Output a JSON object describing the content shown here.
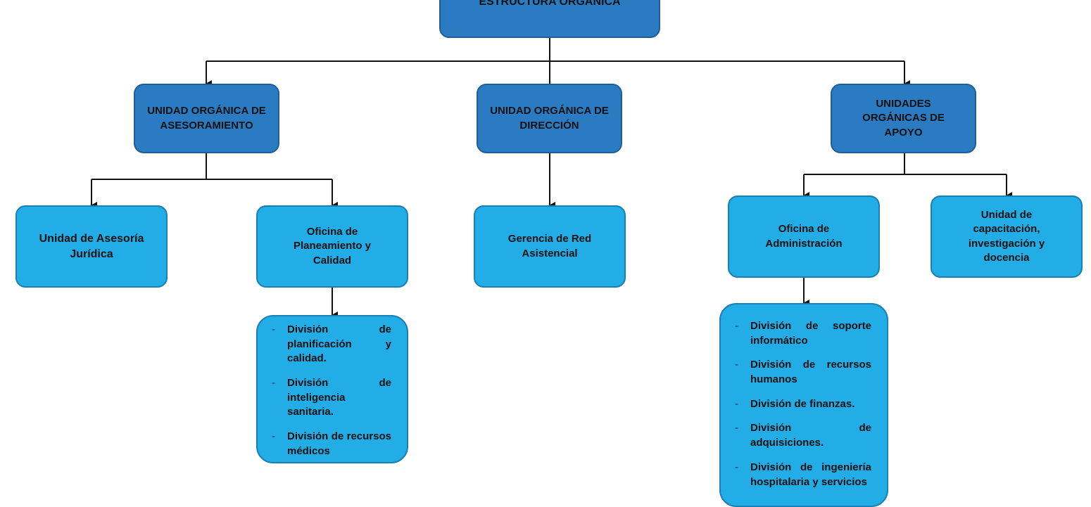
{
  "title": "ESTRUCTURA ORGANICA",
  "level1": {
    "asesoramiento": "UNIDAD ORGÁNICA DE ASESORAMIENTO",
    "direccion": "UNIDAD ORGÁNICA DE DIRECCIÓN",
    "apoyo": "UNIDADES ORGÁNICAS DE APOYO"
  },
  "level2": {
    "asesoria_juridica": "Unidad de Asesoría Jurídica",
    "planeamiento": "Oficina de Planeamiento y Calidad",
    "gerencia_red": "Gerencia de Red Asistencial",
    "administracion": "Oficina de Administración",
    "capacitacion": "Unidad de capacitación, investigación y docencia"
  },
  "planeamiento_divisions": [
    "División de planificación y calidad.",
    "División de inteligencia sanitaria.",
    "División de recursos médicos"
  ],
  "administracion_divisions": [
    "División de soporte informático",
    "División de recursos humanos",
    "División de finanzas.",
    "División de adquisiciones.",
    "División de ingeniería hospitalaria y servicios"
  ],
  "bullet": "-",
  "colors": {
    "dark_box": "#2a7bc1",
    "light_box": "#22ade6",
    "connector": "#111111"
  }
}
